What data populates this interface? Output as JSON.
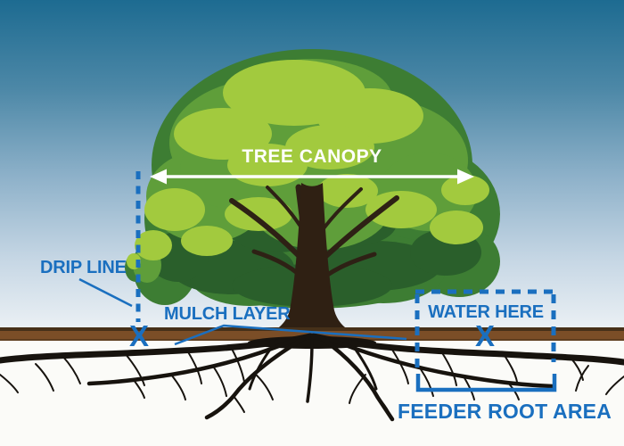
{
  "diagram": {
    "labels": {
      "tree_canopy": "TREE CANOPY",
      "drip_line": "DRIP LINE",
      "mulch_layer": "MULCH LAYER",
      "water_here": "WATER HERE",
      "feeder_root_area": "FEEDER ROOT AREA"
    },
    "markers": {
      "left_x": "X",
      "right_x": "X",
      "canopy_arrow": "double-headed-arrow"
    },
    "colors": {
      "annotation_blue": "#1a6fbf",
      "arrow_white": "#ffffff",
      "sky_top": "#1d6b91",
      "sky_bottom": "#ecf1f5",
      "canopy_bright_green": "#a2ca3e",
      "canopy_mid_green": "#5f9e3a",
      "canopy_dark_green": "#3d7d33",
      "canopy_shadow_green": "#2a5f2b",
      "trunk_brown": "#2f2013",
      "soil_brown": "#7b4e27",
      "soil_edge_brown": "#463019",
      "root_black": "#17130e",
      "underground_white": "#fbfbf8"
    }
  }
}
